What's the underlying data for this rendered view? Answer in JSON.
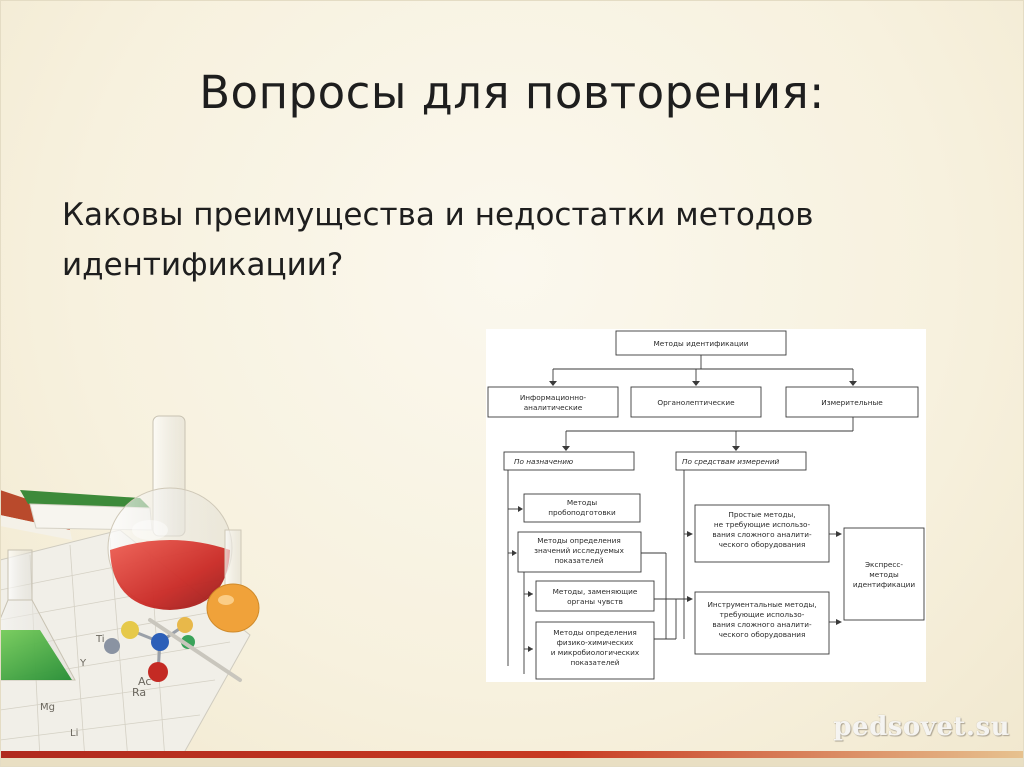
{
  "slide": {
    "title": "Вопросы для повторения:",
    "question": "Каковы преимущества и недостатки методов идентификации?"
  },
  "diagram": {
    "root": "Методы идентификации",
    "level1": [
      "Информационно-",
      "аналитические",
      "Органолептические",
      "Измерительные"
    ],
    "by_purpose": "По назначению",
    "by_means": "По средствам измерений",
    "prep": [
      "Методы",
      "пробоподготовки"
    ],
    "values_methods": [
      "Методы определения",
      "значений исследуемых",
      "показателей"
    ],
    "replace_senses": [
      "Методы, заменяющие",
      "органы чувств"
    ],
    "physchem": [
      "Методы определения",
      "физико-химических",
      "и микробиологических",
      "показателей"
    ],
    "simple": [
      "Простые методы,",
      "не требующие использо-",
      "вания сложного аналити-",
      "ческого оборудования"
    ],
    "instrumental": [
      "Инструментальные методы,",
      "требующие использо-",
      "вания сложного аналити-",
      "ческого оборудования"
    ],
    "express": [
      "Экспресс-",
      "методы",
      "идентификации"
    ]
  },
  "decor": {
    "periodic_symbols": [
      "Ra",
      "Ac",
      "Y",
      "Ti",
      "Mg",
      "Li"
    ]
  },
  "watermark": "pedsovet.su",
  "colors": {
    "background": "#f7f1de",
    "accent_bar": "#b02a1e",
    "text": "#1e1e1e"
  }
}
